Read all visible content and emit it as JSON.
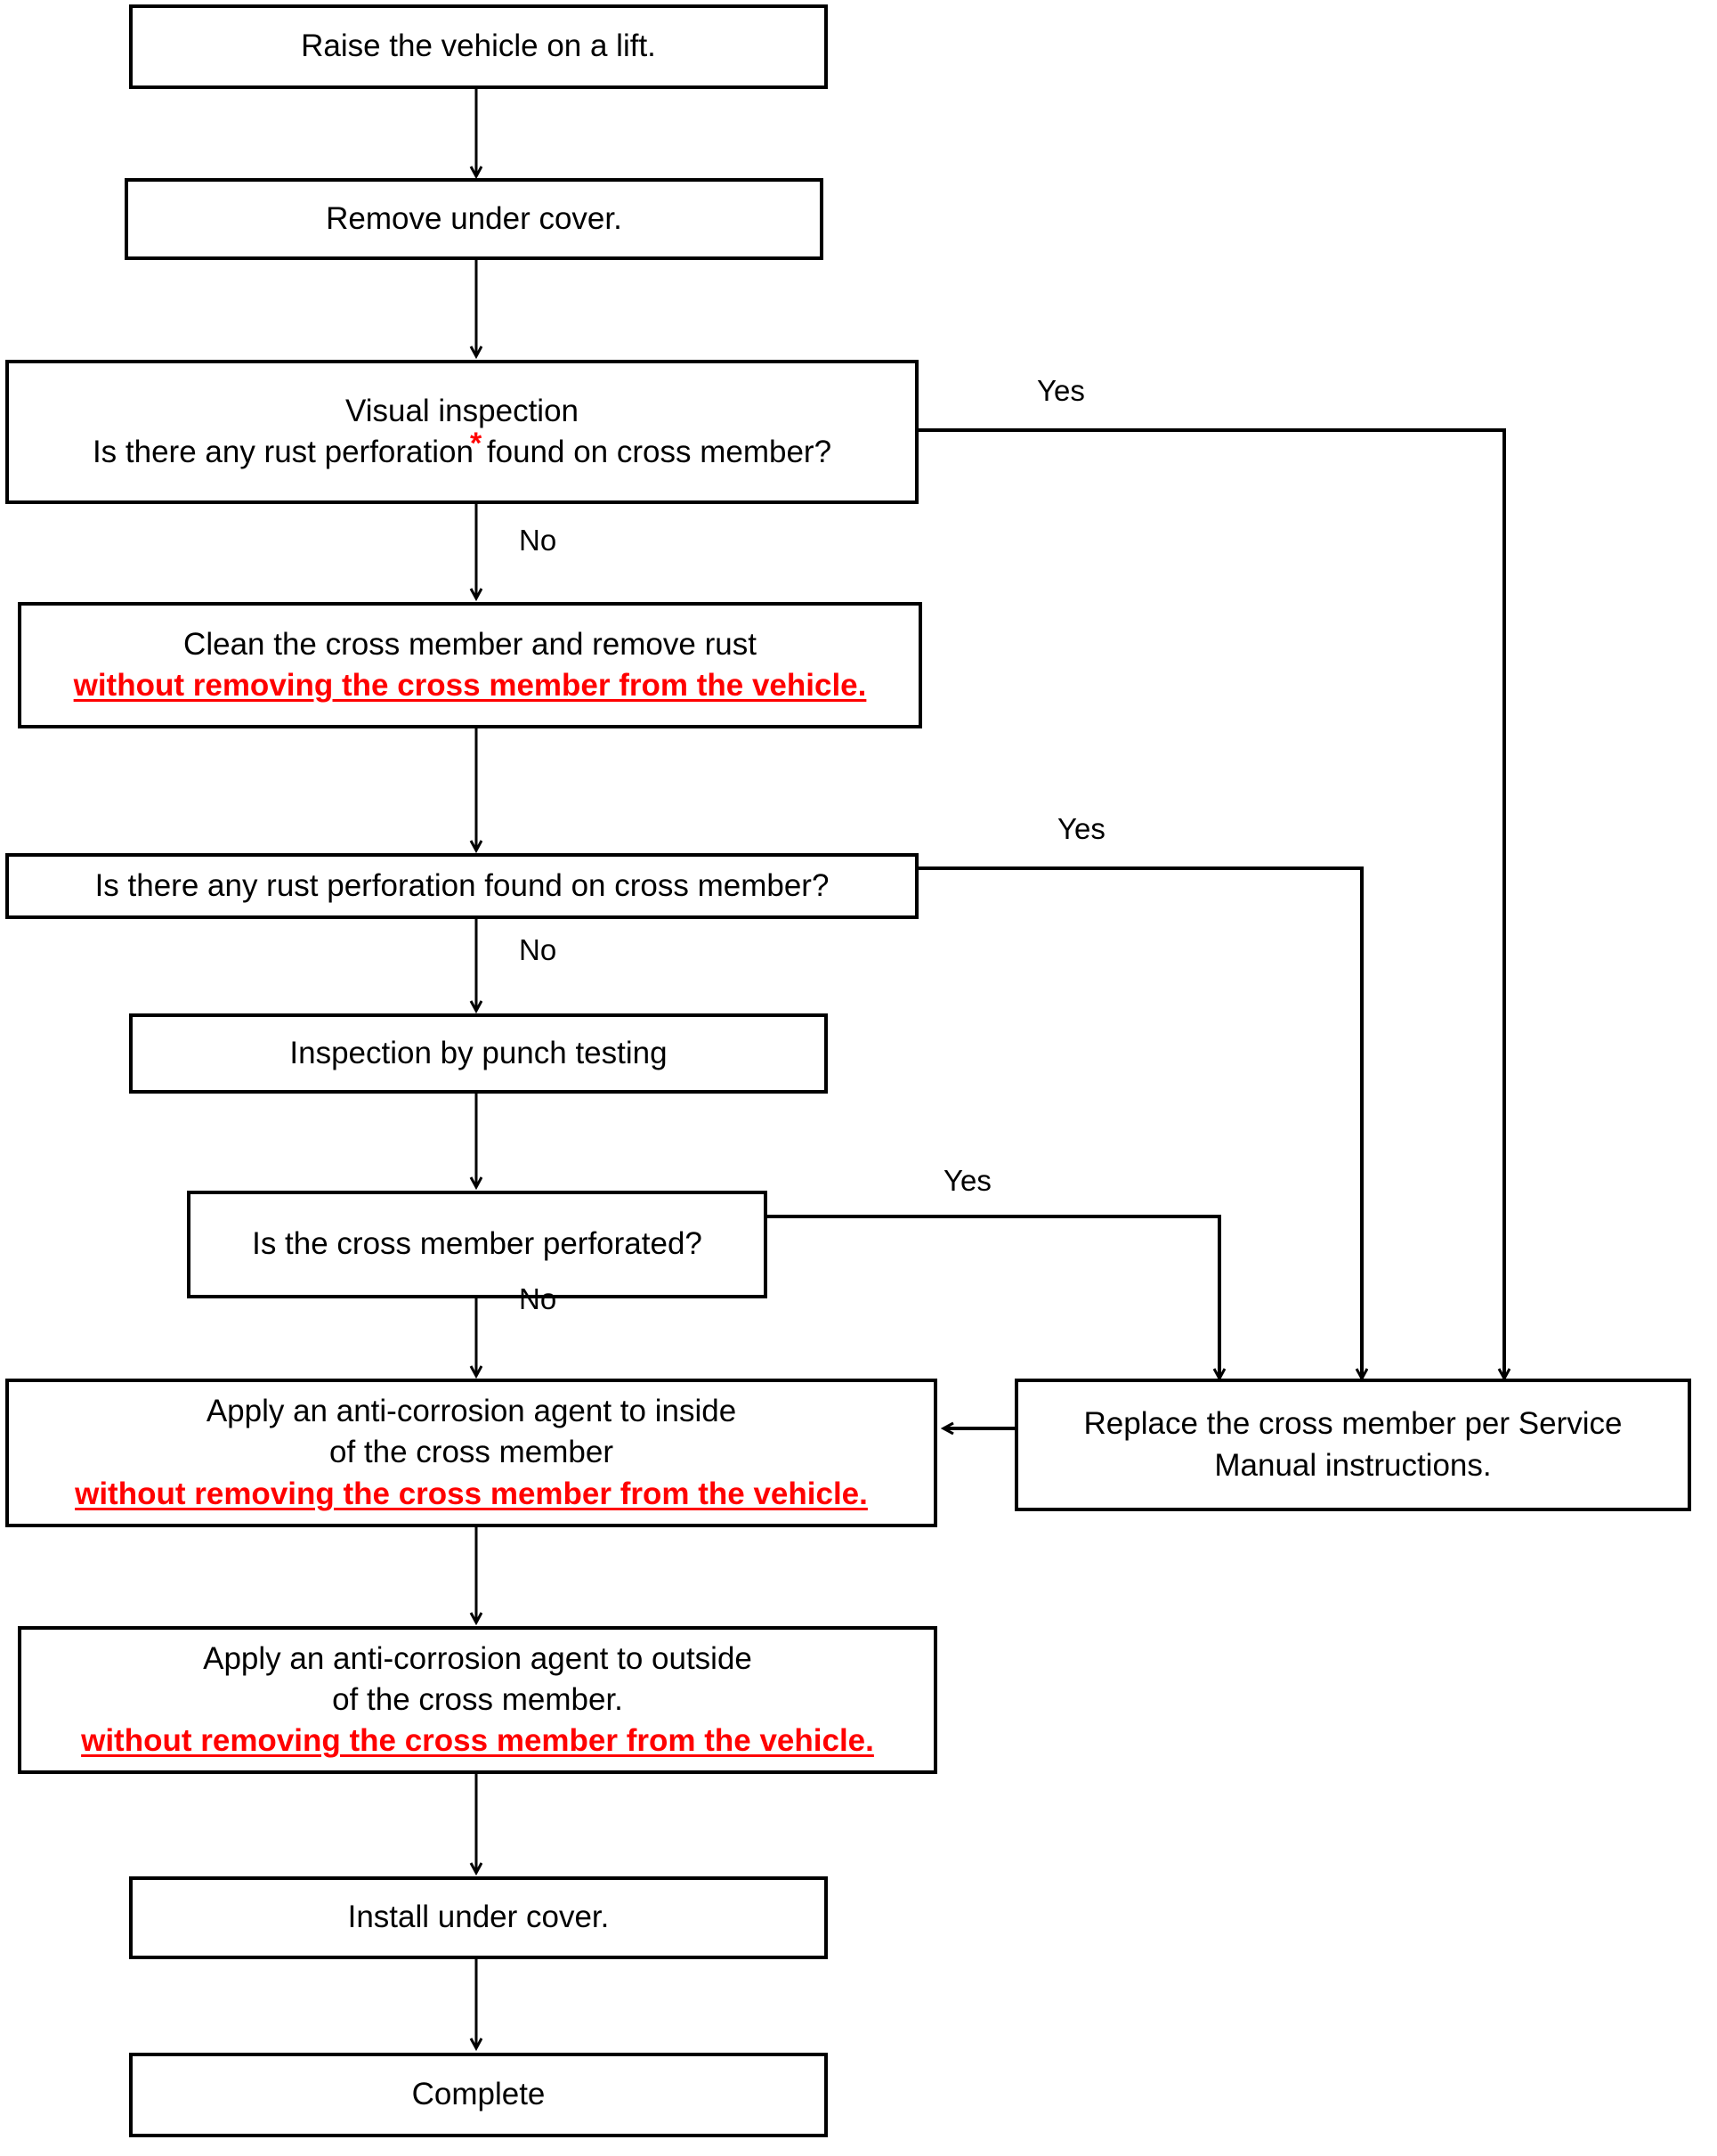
{
  "diagram": {
    "title": "Cross member rust inspection flowchart",
    "colors": {
      "stroke": "#000000",
      "background": "#ffffff",
      "warning_text": "#ff0000"
    },
    "nodes": {
      "raise_vehicle": {
        "text": "Raise the vehicle on a lift."
      },
      "remove_cover": {
        "text": "Remove under cover."
      },
      "visual_inspection": {
        "line1": "Visual inspection",
        "line2_before": "Is there any rust perforation",
        "asterisk": "*",
        "line2_after": " found on cross member?"
      },
      "clean_cross_member": {
        "line1": "Clean the cross member and remove rust",
        "line2_warning": "without removing the cross member from the vehicle."
      },
      "rust_question": {
        "text": "Is there any rust perforation found on cross member?"
      },
      "punch_testing": {
        "text": "Inspection by punch testing"
      },
      "perforated_question": {
        "text": "Is the cross member perforated?"
      },
      "apply_inside": {
        "line1": "Apply an anti-corrosion agent to inside",
        "line2": "of the cross member",
        "line3_warning": "without removing the cross member from the vehicle."
      },
      "apply_outside": {
        "line1": "Apply an anti-corrosion agent to outside",
        "line2": "of the cross member.",
        "line3_warning": "without removing the cross member from the vehicle."
      },
      "replace_cross_member": {
        "line1": "Replace the cross member per Service",
        "line2": "Manual instructions."
      },
      "install_cover": {
        "text": "Install under cover."
      },
      "complete": {
        "text": "Complete"
      }
    },
    "edge_labels": {
      "visual_yes": "Yes",
      "visual_no": "No",
      "rust_yes": "Yes",
      "rust_no": "No",
      "perforated_yes": "Yes",
      "perforated_no": "No"
    }
  }
}
